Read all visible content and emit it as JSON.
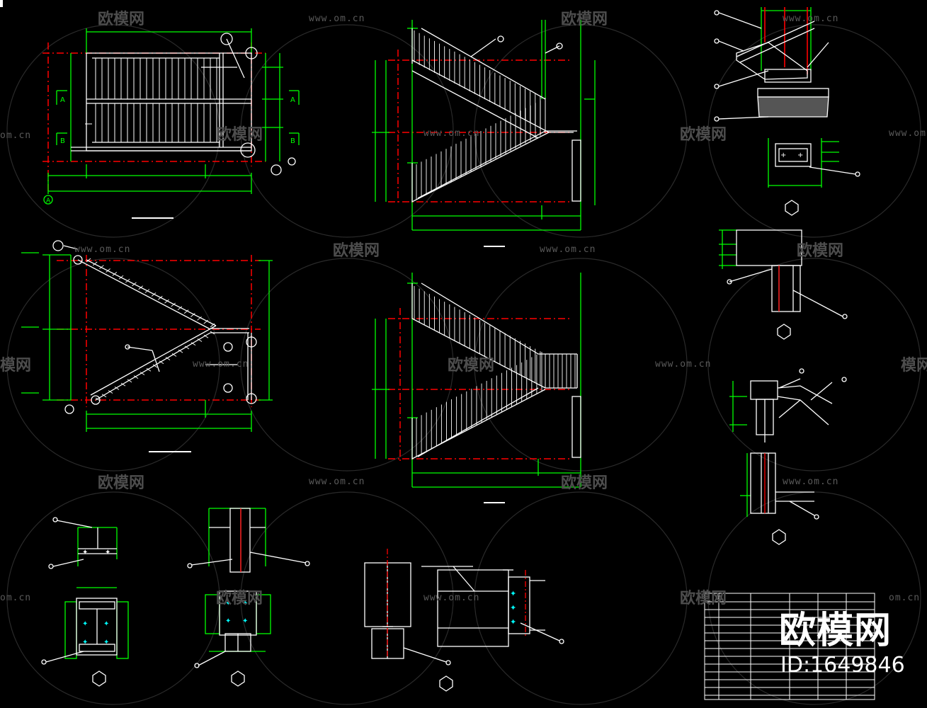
{
  "watermarks": {
    "url_text": "www.om.cn",
    "url_text_left": "om.cn",
    "logo_text": "欧模网",
    "logo_text_left": "模网"
  },
  "brand": {
    "name": "欧模网",
    "id": "ID:1649846"
  },
  "colors": {
    "background": "#000000",
    "outline": "#ffffff",
    "dimension": "#00ff00",
    "axis": "#ff0000",
    "bolt": "#00ffff",
    "watermark": "#555555"
  },
  "labels": {
    "axis_a": "A",
    "axis_b": "B",
    "axis_bubble": "A"
  }
}
